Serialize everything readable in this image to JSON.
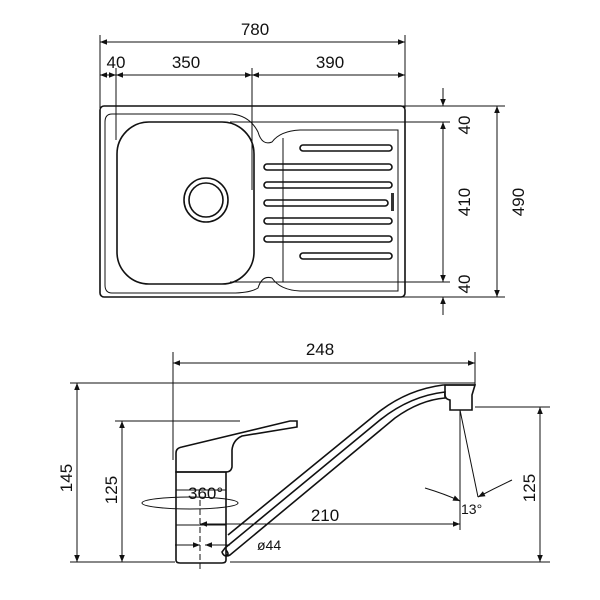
{
  "sink_top_view": {
    "overall_width": "780",
    "left_margin": "40",
    "bowl_width": "350",
    "drainer_width": "390",
    "top_margin": "40",
    "bowl_depth": "410",
    "bottom_margin": "40",
    "overall_depth": "490"
  },
  "faucet_side_view": {
    "reach": "248",
    "total_height": "145",
    "handle_height": "125",
    "spout_height": "125",
    "spout_reach": "210",
    "rotation": "360°",
    "base_diameter": "ø44",
    "spout_angle": "13°"
  }
}
